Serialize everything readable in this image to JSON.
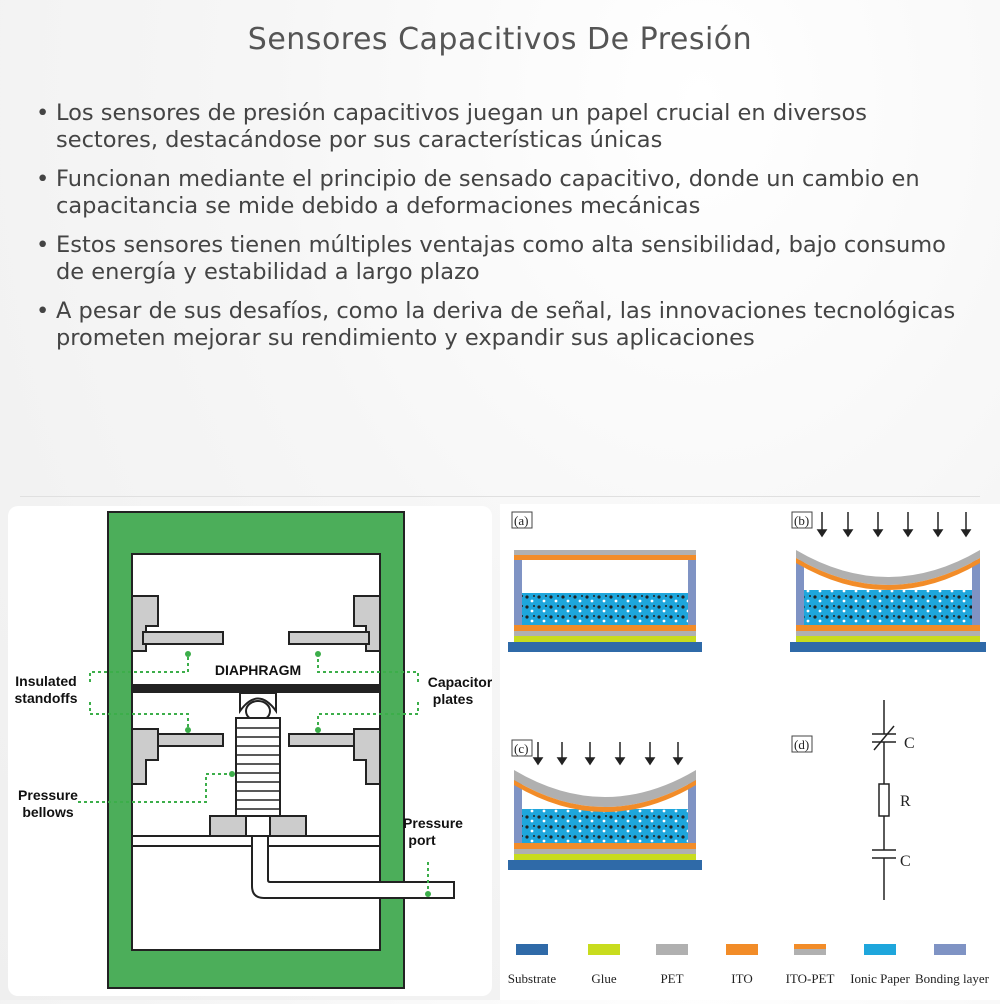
{
  "title": "Sensores Capacitivos De Presión",
  "bullets": [
    "Los sensores de presión capacitivos juegan un papel crucial en diversos sectores, destacándose por sus características únicas",
    "Funcionan mediante el principio de sensado capacitivo, donde un cambio en capacitancia se mide debido a deformaciones mecánicas",
    "Estos sensores tienen múltiples ventajas como alta sensibilidad, bajo consumo de energía y estabilidad a largo plazo",
    "A pesar de sus desafíos, como la deriva de señal, las innovaciones tecnológicas prometen mejorar su rendimiento y expandir sus aplicaciones"
  ],
  "left_diagram": {
    "diaphragm": "DIAPHRAGM",
    "insulated_1": "Insulated",
    "insulated_2": "standoffs",
    "capacitor_1": "Capacitor",
    "capacitor_2": "plates",
    "bellows_1": "Pressure",
    "bellows_2": "bellows",
    "port_1": "Pressure",
    "port_2": "port"
  },
  "right_diagram": {
    "panel_a": "(a)",
    "panel_b": "(b)",
    "panel_c": "(c)",
    "panel_d": "(d)",
    "circuit_c1": "C",
    "circuit_r": "R",
    "circuit_c2": "C",
    "legend": [
      {
        "label": "Substrate",
        "color": "#2f6aa8"
      },
      {
        "label": "Glue",
        "color": "#c8dc1e"
      },
      {
        "label": "PET",
        "color": "#b0b0b0"
      },
      {
        "label": "ITO",
        "color": "#f28c28"
      },
      {
        "label": "ITO-PET",
        "color": "#f28c28"
      },
      {
        "label": "Ionic Paper",
        "color": "#1ea6dc"
      },
      {
        "label": "Bonding layer",
        "color": "#7f93c4"
      }
    ]
  },
  "colors": {
    "housing_green": "#4cae5a",
    "substrate": "#2f6aa8",
    "ionic": "#1ea6dc",
    "ito": "#f28c28",
    "bonding": "#7f93c4",
    "pet": "#b0b0b0",
    "glue": "#c8dc1e"
  }
}
